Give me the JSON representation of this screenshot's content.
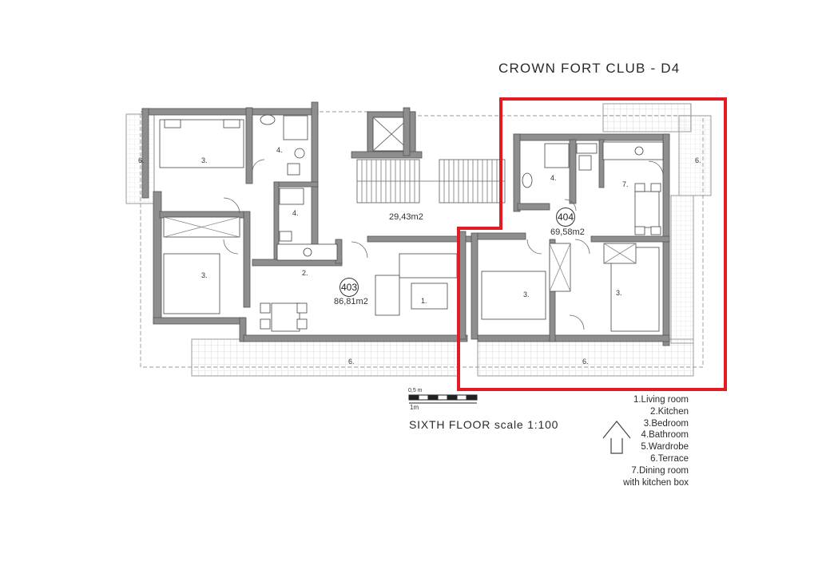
{
  "title": "CROWN FORT CLUB - D4",
  "scale_label": "SIXTH FLOOR scale 1:100",
  "scale_bar": {
    "label_small": "0,5 m",
    "label_large": "1m"
  },
  "legend": [
    "1.Living room",
    "2.Kitchen",
    "3.Bedroom",
    "4.Bathroom",
    "5.Wardrobe",
    "6.Terrace",
    "7.Dining room",
    "with kitchen box"
  ],
  "units": [
    {
      "number": "403",
      "area": "86,81m2"
    },
    {
      "number": "404",
      "area": "69,58m2"
    }
  ],
  "common_area": "29,43m2",
  "room_labels": {
    "living": "1.",
    "kitchen": "2.",
    "bedroom": "3.",
    "bathroom": "4.",
    "terrace": "6.",
    "dining": "7."
  },
  "colors": {
    "wall": "#8e8e8e",
    "wall_stroke": "#555555",
    "highlight": "#e31b23",
    "terrace_grid": "#cfcfcf"
  }
}
